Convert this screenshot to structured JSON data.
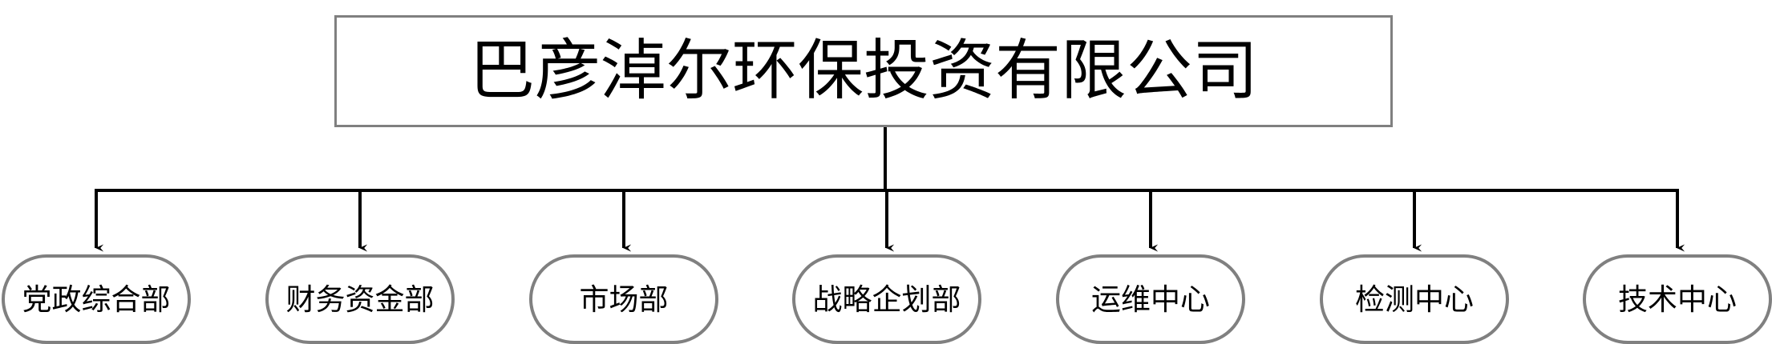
{
  "diagram": {
    "type": "organizational-chart",
    "orientation": "top-down",
    "root": {
      "label": "巴彦淖尔环保投资有限公司",
      "shape": "rectangle",
      "border_color": "#808080",
      "fill_color": "#ffffff",
      "text_color": "#000000"
    },
    "connector": {
      "color": "#000000",
      "style": "orthogonal-with-arrowheads",
      "bus_label": ""
    },
    "children": [
      {
        "label": "党政综合部",
        "shape": "rounded-rectangle"
      },
      {
        "label": "财务资金部",
        "shape": "rounded-rectangle"
      },
      {
        "label": "市场部",
        "shape": "rounded-rectangle"
      },
      {
        "label": "战略企划部",
        "shape": "rounded-rectangle"
      },
      {
        "label": "运维中心",
        "shape": "rounded-rectangle"
      },
      {
        "label": "检测中心",
        "shape": "rounded-rectangle"
      },
      {
        "label": "技术中心",
        "shape": "rounded-rectangle"
      }
    ],
    "colors": {
      "node_border": "#808080",
      "node_fill": "#ffffff",
      "line": "#000000",
      "text": "#000000",
      "background": "#ffffff"
    }
  }
}
